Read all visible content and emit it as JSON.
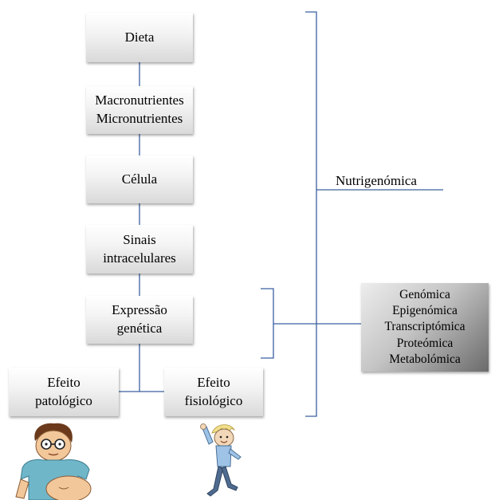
{
  "flow": {
    "dieta": "Dieta",
    "macro": "Macronutrientes",
    "micro": "Micronutrientes",
    "celula": "Célula",
    "sinais_1": "Sinais",
    "sinais_2": "intracelulares",
    "expressao_1": "Expressão",
    "expressao_2": "genética",
    "patologico_1": "Efeito",
    "patologico_2": "patológico",
    "fisiologico_1": "Efeito",
    "fisiologico_2": "fisiológico"
  },
  "bracket_label": "Nutrigenómica",
  "omics": [
    "Genómica",
    "Epigenómica",
    "Transcriptómica",
    "Proteómica",
    "Metabolómica"
  ],
  "colors": {
    "line": "#3b5fa0",
    "box_dark": "#6b6b6b"
  }
}
